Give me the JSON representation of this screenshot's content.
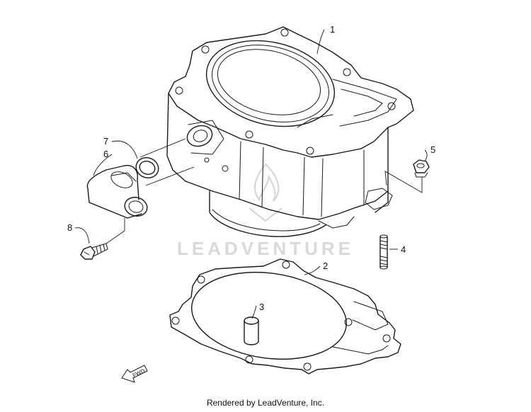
{
  "diagram": {
    "parts": [
      {
        "id": "1"
      },
      {
        "id": "2"
      },
      {
        "id": "3"
      },
      {
        "id": "4"
      },
      {
        "id": "5"
      },
      {
        "id": "6"
      },
      {
        "id": "7"
      },
      {
        "id": "8"
      }
    ],
    "fwd_arrow_text": "FWD"
  },
  "watermark": {
    "text": "LEADVENTURE"
  },
  "footer": {
    "text": "Rendered by LeadVenture, Inc."
  }
}
